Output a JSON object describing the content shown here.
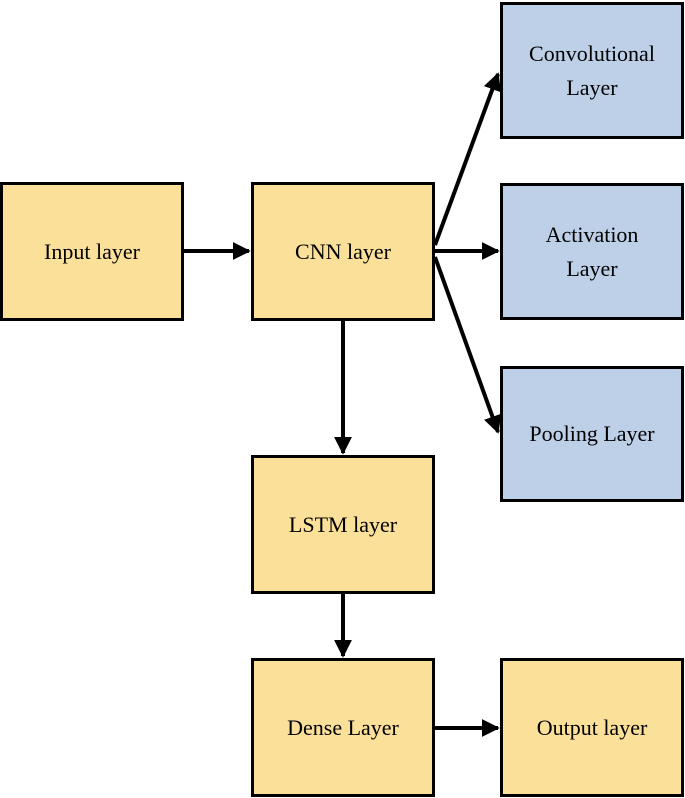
{
  "diagram": {
    "colors": {
      "primary_fill": "#fbe09a",
      "secondary_fill": "#bdd0e8",
      "stroke": "#000000"
    },
    "nodes": {
      "input": "Input layer",
      "cnn": "CNN layer",
      "conv": "Convolutional\nLayer",
      "activation": "Activation\nLayer",
      "pooling": "Pooling Layer",
      "lstm": "LSTM layer",
      "dense": "Dense Layer",
      "output": "Output layer"
    },
    "edges": [
      {
        "from": "input",
        "to": "cnn"
      },
      {
        "from": "cnn",
        "to": "conv"
      },
      {
        "from": "cnn",
        "to": "activation"
      },
      {
        "from": "cnn",
        "to": "pooling"
      },
      {
        "from": "cnn",
        "to": "lstm"
      },
      {
        "from": "lstm",
        "to": "dense"
      },
      {
        "from": "dense",
        "to": "output"
      }
    ]
  }
}
